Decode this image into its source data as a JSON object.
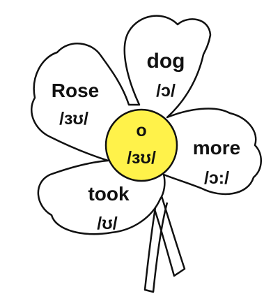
{
  "diagram": {
    "center": {
      "letter": "o",
      "sound": "/ɜʊ/",
      "fill_color": "#fff24a"
    },
    "petals": [
      {
        "word": "dog",
        "sound": "/ɔ/"
      },
      {
        "word": "Rose",
        "sound": "/ɜʊ/"
      },
      {
        "word": "more",
        "sound": "/ɔ:/"
      },
      {
        "word": "took",
        "sound": "/ʊ/"
      }
    ],
    "colors": {
      "outline": "#111111",
      "petal_fill": "#ffffff",
      "text": "#111111"
    }
  }
}
